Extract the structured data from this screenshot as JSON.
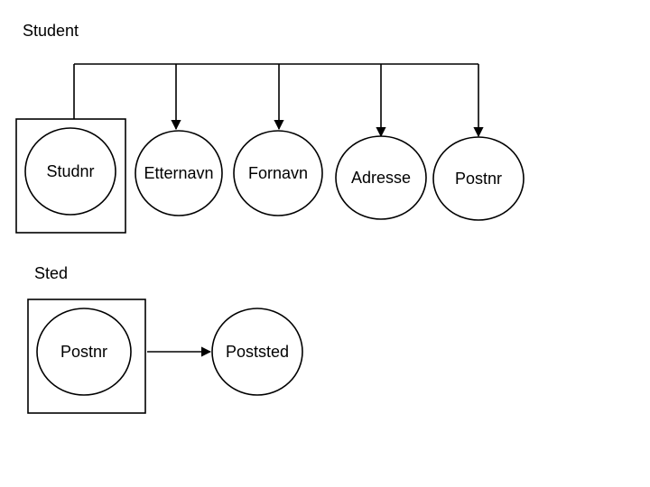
{
  "student": {
    "title": "Student",
    "key": "Studnr",
    "attributes": [
      "Etternavn",
      "Fornavn",
      "Adresse",
      "Postnr"
    ]
  },
  "sted": {
    "title": "Sted",
    "key": "Postnr",
    "attribute": "Poststed"
  },
  "colors": {
    "stroke": "#000000",
    "fill": "#ffffff"
  }
}
